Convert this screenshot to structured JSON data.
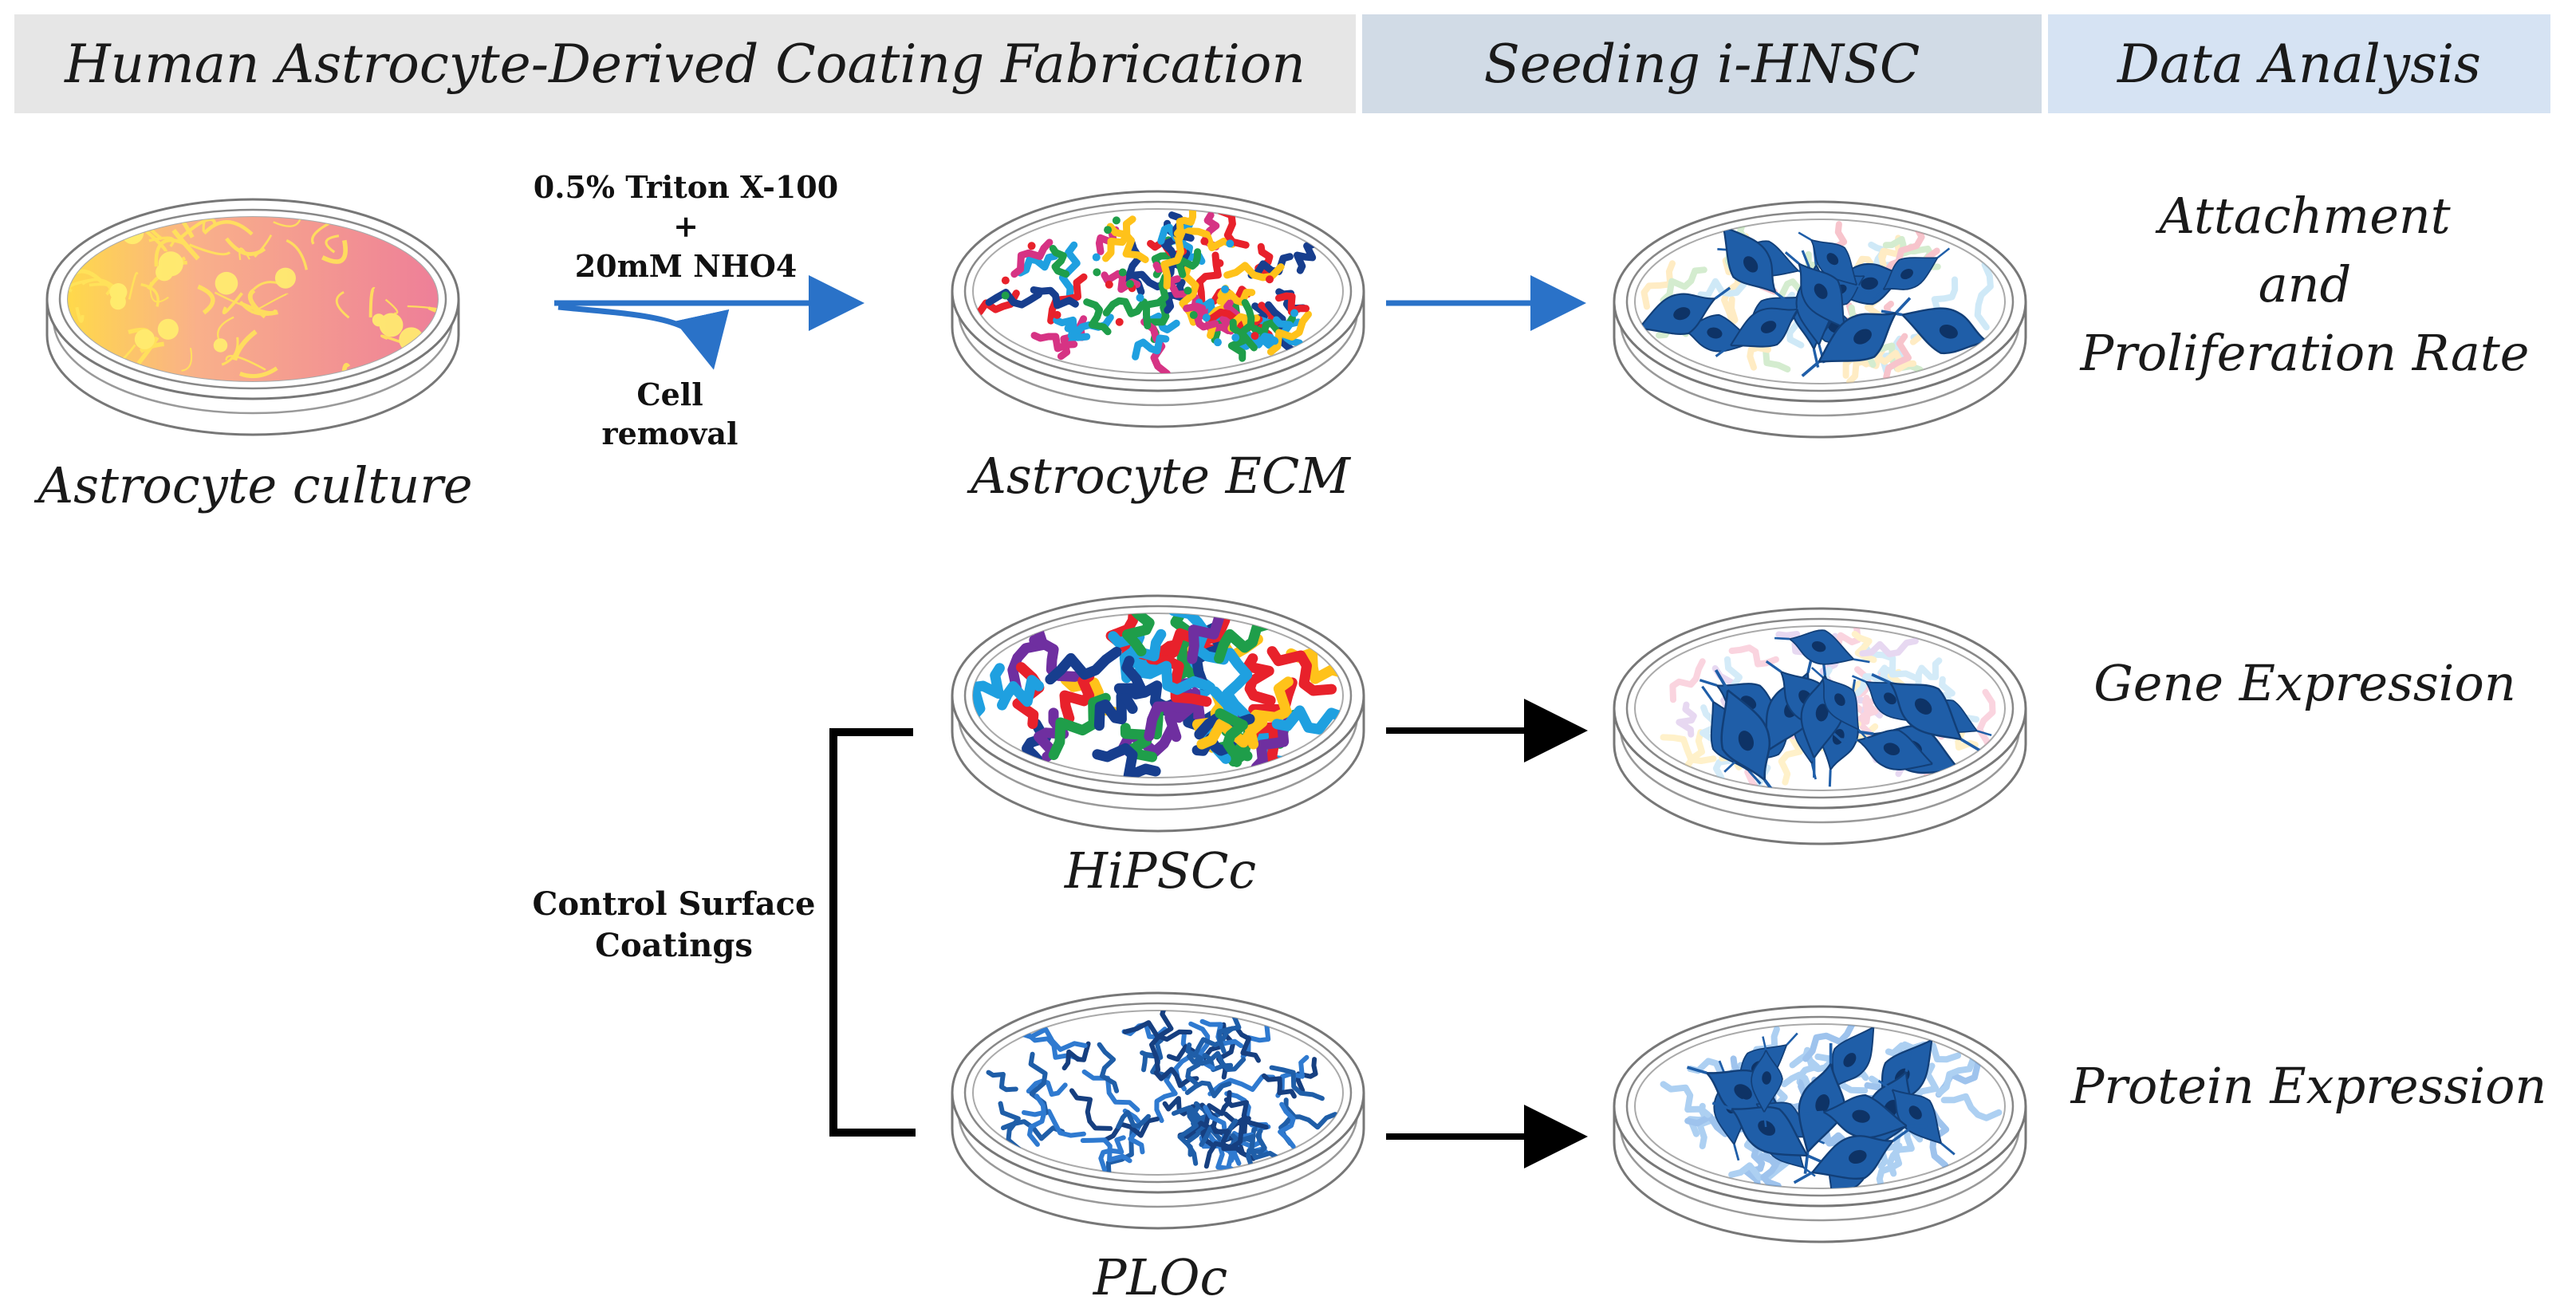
{
  "header": {
    "fabrication": "Human Astrocyte-Derived Coating Fabrication",
    "seeding": "Seeding i-HNSC",
    "analysis": "Data Analysis"
  },
  "treatment": {
    "line1": "0.5% Triton X-100",
    "line2": "+",
    "line3": "20mM NHO4",
    "removal1": "Cell",
    "removal2": "removal"
  },
  "dishes": {
    "astrocyte_culture": "Astrocyte culture",
    "astrocyte_ecm": "Astrocyte ECM",
    "hipscc": "HiPSCc",
    "ploc": "PLOc"
  },
  "controls": {
    "line1": "Control Surface",
    "line2": "Coatings"
  },
  "analysis": {
    "attach1": "Attachment",
    "attach2": "and",
    "attach3": "Proliferation Rate",
    "gene": "Gene Expression",
    "protein": "Protein Expression"
  },
  "colors": {
    "header_fab": "#e6e6e6",
    "header_seed": "#d1dbe6",
    "header_anal": "#d6e3f3",
    "arrow_blue": "#2a72c8",
    "arrow_black": "#000000",
    "cell_blue": "#1f5ea8",
    "culture_pink": "#f08a9a",
    "culture_yellow": "#ffe45a"
  }
}
